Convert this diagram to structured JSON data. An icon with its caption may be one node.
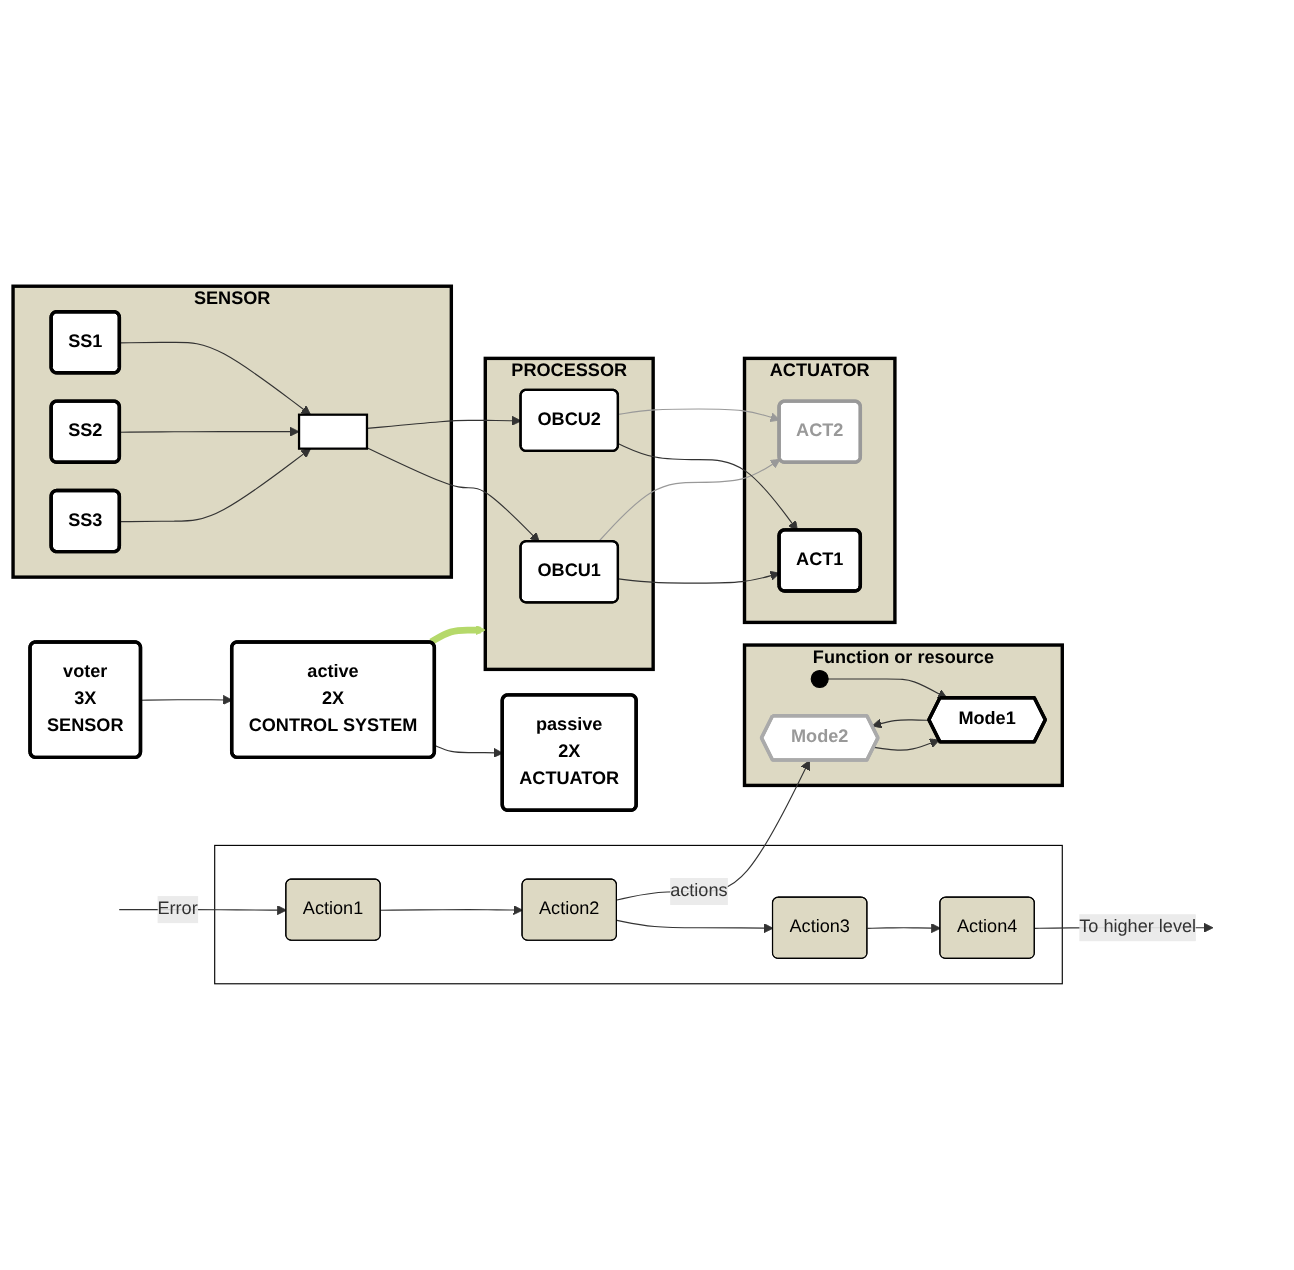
{
  "diagram": {
    "nodes": [
      {
        "text": [],
        "shape": "box"
      },
      {
        "text": [
          "Action1"
        ],
        "in": 0
      },
      {
        "text": [
          "Action2"
        ],
        "in": 0
      },
      {
        "text": [
          "Action3"
        ],
        "in": 0
      },
      {
        "text": [
          "Action4"
        ],
        "in": 0
      },
      {
        "text": [
          "Function or resource"
        ]
      },
      {
        "text": [],
        "shape": "circle",
        "in": 5
      },
      {
        "text": [
          "Mode1"
        ],
        "in": 5
      },
      {
        "text": [
          "Mode2"
        ],
        "in": 5
      },
      {
        "text": [
          "voter",
          "3X",
          "SENSOR"
        ]
      },
      {
        "text": [
          "active",
          "2X",
          "CONTROL SYSTEM"
        ]
      },
      {
        "text": [
          "passive",
          "2X",
          "ACTUATOR"
        ]
      },
      {
        "text": [
          "SENSOR"
        ]
      },
      {
        "text": [
          "SS1"
        ],
        "in": 12
      },
      {
        "text": [
          "SS2"
        ],
        "in": 12
      },
      {
        "text": [
          "SS3"
        ],
        "in": 12
      },
      {
        "text": [],
        "shape": "bar",
        "in": 12
      },
      {
        "text": [
          "PROCESSOR"
        ]
      },
      {
        "text": [
          "OBCU1"
        ],
        "in": 17
      },
      {
        "text": [
          "OBCU2"
        ],
        "in": 17
      },
      {
        "text": [
          "ACTUATOR"
        ]
      },
      {
        "text": [
          "ACT1"
        ],
        "in": 20
      },
      {
        "text": [
          "ACT2"
        ],
        "in": 20
      }
    ],
    "edges": [
      {
        "from": null,
        "to": 1,
        "arrow": "to",
        "label": "Error"
      },
      {
        "from": 1,
        "to": 2,
        "arrow": "to"
      },
      {
        "from": 2,
        "to": 3,
        "arrow": "to"
      },
      {
        "from": 3,
        "to": 4,
        "arrow": "to"
      },
      {
        "from": 4,
        "to": null,
        "arrow": "to",
        "label": "To higher level"
      },
      {
        "from": 2,
        "to": 8,
        "arrow": "to",
        "label": "actions"
      },
      {
        "from": 6,
        "to": 7,
        "arrow": "to"
      },
      {
        "from": 7,
        "to": 8,
        "arrow": "to"
      },
      {
        "from": 8,
        "to": 7,
        "arrow": "to"
      },
      {
        "from": 9,
        "to": 10,
        "arrow": "to"
      },
      {
        "from": 10,
        "to": 11,
        "arrow": "to"
      },
      {
        "from": 10,
        "to": 17,
        "arrow": "to",
        "style": "thick",
        "color": "#b5d96a"
      },
      {
        "from": 13,
        "to": 16,
        "arrow": "to"
      },
      {
        "from": 14,
        "to": 16,
        "arrow": "to"
      },
      {
        "from": 15,
        "to": 16,
        "arrow": "to"
      },
      {
        "from": 16,
        "to": 18,
        "arrow": "to"
      },
      {
        "from": 16,
        "to": 19,
        "arrow": "to"
      },
      {
        "from": 18,
        "to": 21,
        "arrow": "to"
      },
      {
        "from": 18,
        "to": 22,
        "arrow": "to",
        "color": "#999999"
      },
      {
        "from": 19,
        "to": 21,
        "arrow": "to"
      },
      {
        "from": 19,
        "to": 22,
        "arrow": "to",
        "color": "#999999"
      }
    ]
  }
}
